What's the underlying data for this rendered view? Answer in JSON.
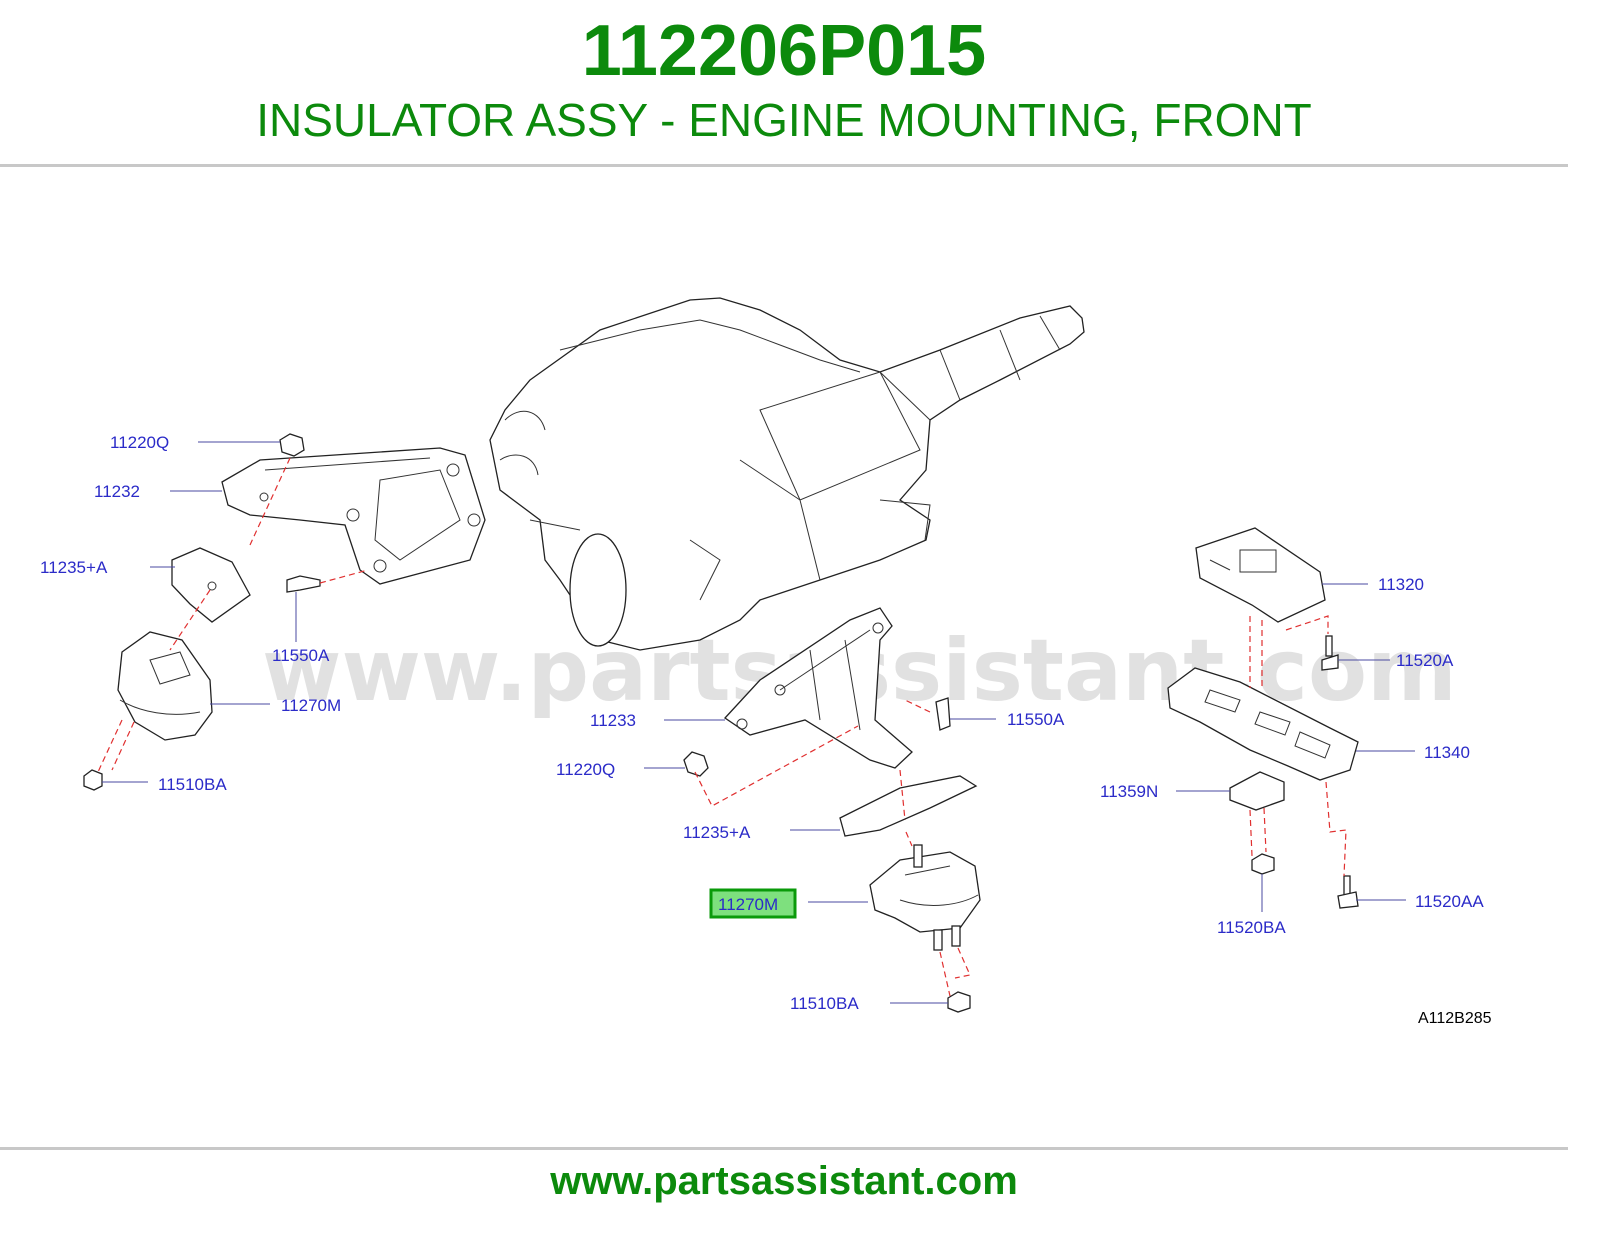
{
  "header": {
    "part_number": "112206P015",
    "description": "INSULATOR ASSY - ENGINE MOUNTING, FRONT"
  },
  "diagram": {
    "watermark": "www.partsassistant.com",
    "reference_code": "A112B285",
    "highlighted_callout": "11270M",
    "callouts": {
      "c11220Q_left": "11220Q",
      "c11232": "11232",
      "c11235A_left": "11235+A",
      "c11550A_left": "11550A",
      "c11270M_left": "11270M",
      "c11510BA_left": "11510BA",
      "c11233": "11233",
      "c11220Q_center": "11220Q",
      "c11235A_center": "11235+A",
      "c11270M_center": "11270M",
      "c11510BA_center": "11510BA",
      "c11550A_right": "11550A",
      "c11320": "11320",
      "c11520A": "11520A",
      "c11340": "11340",
      "c11359N": "11359N",
      "c11520BA": "11520BA",
      "c11520AA": "11520AA"
    }
  },
  "footer": {
    "url": "www.partsassistant.com"
  },
  "colors": {
    "title_green": "#0c8a0c",
    "callout_blue": "#2b2bc8",
    "highlight_green": "#7ee07e",
    "dash_red": "#e03030"
  }
}
